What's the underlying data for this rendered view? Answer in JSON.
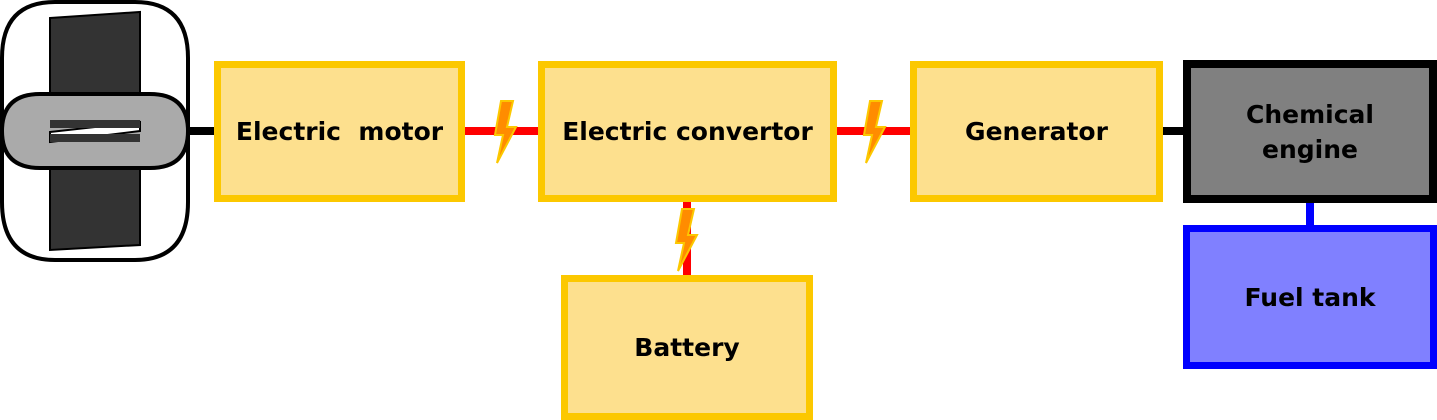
{
  "diagram": {
    "blocks": {
      "electric_motor": "Electric  motor",
      "electric_convertor": "Electric convertor",
      "generator": "Generator",
      "chemical_engine": "Chemical\nengine",
      "battery": "Battery",
      "fuel_tank": "Fuel tank"
    },
    "colors": {
      "component_fill": "#fde08e",
      "component_border": "#fcc800",
      "electric_link": "#ff0000",
      "lightning": "#ff8c00",
      "mechanical_link": "#000000",
      "engine_fill": "#808080",
      "tank_fill": "#8080ff",
      "tank_border": "#0000ff",
      "wheel_tire": "#333333",
      "wheel_axle": "#aaaaaa"
    },
    "icons": [
      "wheel-icon",
      "lightning-bolt-icon"
    ]
  }
}
